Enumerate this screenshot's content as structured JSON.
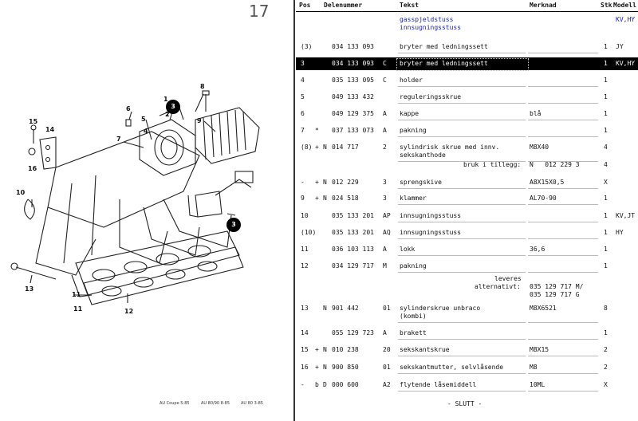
{
  "diagram": {
    "page_number": "17",
    "labels": [
      {
        "id": "1",
        "text": "1"
      },
      {
        "id": "2",
        "text": "2"
      },
      {
        "id": "4",
        "text": "4"
      },
      {
        "id": "5",
        "text": "5"
      },
      {
        "id": "6",
        "text": "6"
      },
      {
        "id": "7",
        "text": "7"
      },
      {
        "id": "8",
        "text": "8"
      },
      {
        "id": "9",
        "text": "9"
      },
      {
        "id": "10",
        "text": "10"
      },
      {
        "id": "11a",
        "text": "11"
      },
      {
        "id": "11b",
        "text": "11"
      },
      {
        "id": "12",
        "text": "12"
      },
      {
        "id": "13",
        "text": "13"
      },
      {
        "id": "14",
        "text": "14"
      },
      {
        "id": "15",
        "text": "15"
      },
      {
        "id": "16",
        "text": "16"
      }
    ],
    "callouts": [
      "3",
      "3"
    ],
    "footer": [
      "AU Coupe 5-85",
      "AU 80/90 8-85",
      "AU 80 3-85"
    ]
  },
  "table": {
    "headers": {
      "pos": "Pos",
      "delenummer": "Delenummer",
      "tekst": "Tekst",
      "merknad": "Merknad",
      "stk": "Stk",
      "modell": "Modell"
    },
    "title_line1": "gasspjeldstuss",
    "title_line2": "innsugningsstuss",
    "title_model": "KV,HY",
    "rows": [
      {
        "pos": "(3)",
        "flag": "",
        "n": "",
        "part": "034 133 093",
        "suffix": "",
        "text": "bryter med ledningssett",
        "note": "",
        "qty": "1",
        "model": "JY"
      },
      {
        "pos": "3",
        "flag": "",
        "n": "",
        "part": "034 133 093",
        "suffix": "C",
        "text": "bryter med ledningssett",
        "note": "",
        "qty": "1",
        "model": "KV,HY"
      },
      {
        "pos": "4",
        "flag": "",
        "n": "",
        "part": "035 133 095",
        "suffix": "C",
        "text": "holder",
        "note": "",
        "qty": "1",
        "model": ""
      },
      {
        "pos": "5",
        "flag": "",
        "n": "",
        "part": "049 133 432",
        "suffix": "",
        "text": "reguleringsskrue",
        "note": "",
        "qty": "1",
        "model": ""
      },
      {
        "pos": "6",
        "flag": "",
        "n": "",
        "part": "049 129 375",
        "suffix": "A",
        "text": "kappe",
        "note": "blå",
        "qty": "1",
        "model": ""
      },
      {
        "pos": "7",
        "flag": "*",
        "n": "",
        "part": "037 133 073",
        "suffix": "A",
        "text": "pakning",
        "note": "",
        "qty": "1",
        "model": ""
      },
      {
        "pos": "(8)",
        "flag": "+",
        "n": "N",
        "part": "014 717",
        "suffix": "2",
        "text": "sylindrisk skrue med innv.",
        "text2": "sekskanthode",
        "note": "M8X40",
        "qty": "4",
        "model": ""
      },
      {
        "pos": "-",
        "flag": "+",
        "n": "N",
        "part": "012 229",
        "suffix": "3",
        "text": "sprengskive",
        "note": "A8X15X0,5",
        "qty": "X",
        "model": ""
      },
      {
        "pos": "9",
        "flag": "+",
        "n": "N",
        "part": "024 518",
        "suffix": "3",
        "text": "klammer",
        "note": "AL70-90",
        "qty": "1",
        "model": ""
      },
      {
        "pos": "10",
        "flag": "",
        "n": "",
        "part": "035 133 201",
        "suffix": "AP",
        "text": "innsugningsstuss",
        "note": "",
        "qty": "1",
        "model": "KV,JT"
      },
      {
        "pos": "(10)",
        "flag": "",
        "n": "",
        "part": "035 133 201",
        "suffix": "AQ",
        "text": "innsugningsstuss",
        "note": "",
        "qty": "1",
        "model": "HY"
      },
      {
        "pos": "11",
        "flag": "",
        "n": "",
        "part": "036 103 113",
        "suffix": "A",
        "text": "lokk",
        "note": "36,6",
        "qty": "1",
        "model": ""
      },
      {
        "pos": "12",
        "flag": "",
        "n": "",
        "part": "034 129 717",
        "suffix": "M",
        "text": "pakning",
        "note": "",
        "qty": "1",
        "model": ""
      },
      {
        "pos": "13",
        "flag": "",
        "n": "N",
        "part": "901 442",
        "suffix": "01",
        "text": "sylinderskrue unbraco",
        "text2": "(kombi)",
        "note": "M8X6521",
        "qty": "8",
        "model": ""
      },
      {
        "pos": "14",
        "flag": "",
        "n": "",
        "part": "055 129 723",
        "suffix": "A",
        "text": "brakett",
        "note": "",
        "qty": "1",
        "model": ""
      },
      {
        "pos": "15",
        "flag": "+",
        "n": "N",
        "part": "010 238",
        "suffix": "20",
        "text": "sekskantskrue",
        "note": "M8X15",
        "qty": "2",
        "model": ""
      },
      {
        "pos": "16",
        "flag": "+",
        "n": "N",
        "part": "900 850",
        "suffix": "01",
        "text": "sekskantmutter, selvlåsende",
        "note": "M8",
        "qty": "2",
        "model": ""
      },
      {
        "pos": "-",
        "flag": "b",
        "n": "D",
        "part": "000 600",
        "suffix": "A2",
        "text": "flytende låsemiddell",
        "note": "10ML",
        "qty": "X",
        "model": ""
      }
    ],
    "extra_bruk_label": "bruk i tillegg:",
    "extra_bruk_value": "N   012 229 3",
    "extra_bruk_qty": "4",
    "leveres_label": "leveres",
    "alternativt_label": "alternativt:",
    "alternativt_value1": "035 129 717 M/",
    "alternativt_value2": "035 129 717 G",
    "end_text": "- SLUTT -"
  }
}
